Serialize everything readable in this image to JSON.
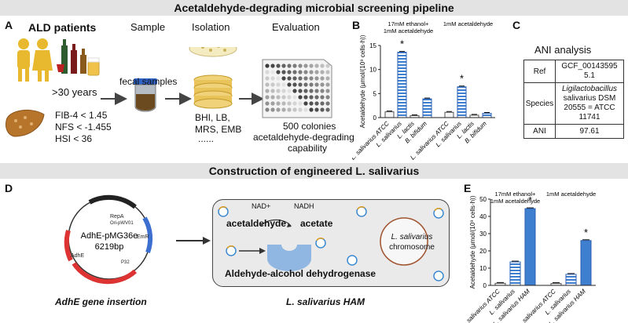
{
  "banners": {
    "top": "Acetaldehyde-degrading microbial screening pipeline",
    "middle": "Construction of engineered L. salivarius"
  },
  "panel_letters": {
    "a": "A",
    "b": "B",
    "c": "C",
    "d": "D",
    "e": "E"
  },
  "panel_a": {
    "patients_title": "ALD patients",
    "age": ">30 years",
    "criteria": [
      "FIB-4 < 1.45",
      "NFS < -1.455",
      "HSI < 36"
    ],
    "step_headers": [
      "Sample",
      "Isolation",
      "Evaluation"
    ],
    "sample_label": "fecal samples",
    "media": [
      "BHI, LB,",
      "MRS, EMB",
      "......"
    ],
    "evaluation": [
      "500 colonies",
      "acetaldehyde-degrading",
      "capability"
    ]
  },
  "panel_c": {
    "title": "ANI analysis",
    "rows": [
      {
        "key": "Ref",
        "value": [
          "GCF_00143595",
          "5.1"
        ]
      },
      {
        "key": "Species",
        "value": [
          "Ligilactobacillus",
          "salivarius DSM",
          "20555 = ATCC",
          "11741"
        ]
      },
      {
        "key": "ANI",
        "value": [
          "97.61"
        ]
      }
    ]
  },
  "panel_d": {
    "plasmid_name": "AdhE-pMG36e",
    "plasmid_size": "6219bp",
    "features": [
      "RepA",
      "Ori-pWV01",
      "EmR",
      "AdhE",
      "P32"
    ],
    "caption": "AdhE gene insertion",
    "cofactor_in": "NAD+",
    "cofactor_out": "NADH",
    "substrate": "acetaldehyde",
    "product": "acetate",
    "chromosome": [
      "L. salivarius",
      "chromosome"
    ],
    "enzyme": "Aldehyde-alcohol dehydrogenase",
    "cell_label": "L. salivarius HAM"
  },
  "chart_data": [
    {
      "type": "bar",
      "panel": "B",
      "ylabel": "Acetaldehyde (μmol/(10⁹ cells·h))",
      "ylim": [
        0,
        15
      ],
      "yticks": [
        0,
        5,
        10,
        15
      ],
      "groups": [
        {
          "label": [
            "17mM ethanol+",
            "1mM acetaldehyde"
          ],
          "categories": [
            "L. salivarius ATCC",
            "L. salivarius",
            "L. lactis",
            "B. bifidum"
          ],
          "values": [
            1.2,
            13.6,
            0.4,
            3.9
          ],
          "significance": [
            "",
            "*",
            "",
            ""
          ]
        },
        {
          "label": [
            "1mM acetaldehyde"
          ],
          "categories": [
            "L. salivarius ATCC",
            "L. salivarius",
            "L. lactis",
            "B. bifidum"
          ],
          "values": [
            1.1,
            6.4,
            0.5,
            0.9
          ],
          "significance": [
            "",
            "*",
            "",
            ""
          ]
        }
      ],
      "colors": {
        "atcc": "#f2f2f2",
        "striped": "#7aa6dc",
        "solid": "#3f7fd0",
        "plain": "#ffffff"
      }
    },
    {
      "type": "bar",
      "panel": "E",
      "ylabel": "Acetaldehyde (μmol/(10⁹ cells·h))",
      "ylim": [
        0,
        50
      ],
      "yticks": [
        0,
        10,
        20,
        30,
        40,
        50
      ],
      "groups": [
        {
          "label": [
            "17mM ethanol+",
            "1mM acetaldehyde"
          ],
          "categories": [
            "L. salivarius ATCC",
            "L. salivarius",
            "L. salivarius HAM"
          ],
          "values": [
            1.2,
            13.6,
            44.5
          ],
          "significance": [
            "",
            "",
            "*"
          ]
        },
        {
          "label": [
            "1mM acetaldehyde"
          ],
          "categories": [
            "L. salivarius ATCC",
            "L. salivarius",
            "L. salivarius HAM"
          ],
          "values": [
            1.1,
            6.4,
            26.0
          ],
          "significance": [
            "",
            "",
            "*"
          ]
        }
      ]
    }
  ]
}
